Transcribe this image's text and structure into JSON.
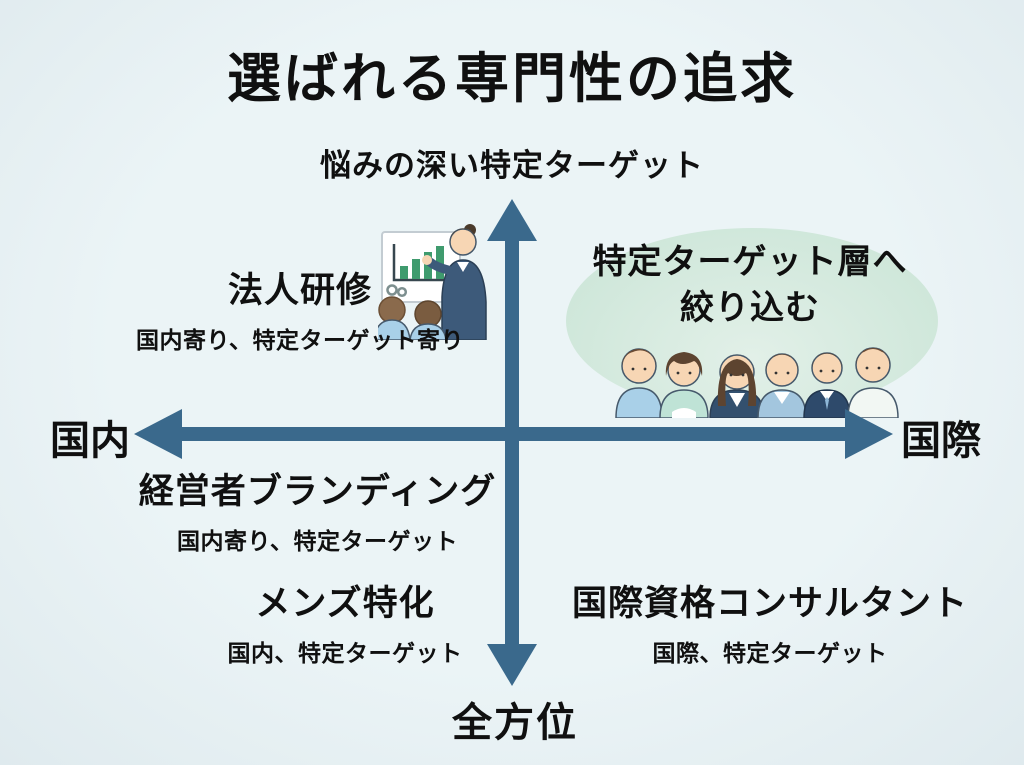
{
  "title": "選ばれる専門性の追求",
  "axes": {
    "top": "悩みの深い特定ターゲット",
    "bottom": "全方位",
    "left": "国内",
    "right": "国際"
  },
  "quadrants": {
    "top_left": {
      "title": "法人研修",
      "subtitle": "国内寄り、特定ターゲット寄り"
    },
    "top_right": {
      "line1": "特定ターゲット層へ",
      "line2": "絞り込む"
    },
    "bottom_left_upper": {
      "title": "経営者ブランディング",
      "subtitle": "国内寄り、特定ターゲット"
    },
    "bottom_left_lower": {
      "title": "メンズ特化",
      "subtitle": "国内、特定ターゲット"
    },
    "bottom_right": {
      "title": "国際資格コンサルタント",
      "subtitle": "国際、特定ターゲット"
    }
  },
  "icons": {
    "training": "presenter-with-bar-chart-and-audience-illustration",
    "audience": "group-of-six-people-illustration"
  },
  "colors": {
    "background": "#ebf4f6",
    "background-edge": "#dfeaee",
    "axis": "#3a698c",
    "ellipse": "#cfe7da",
    "ellipse-light": "#e2f0e8",
    "text": "#101010"
  }
}
